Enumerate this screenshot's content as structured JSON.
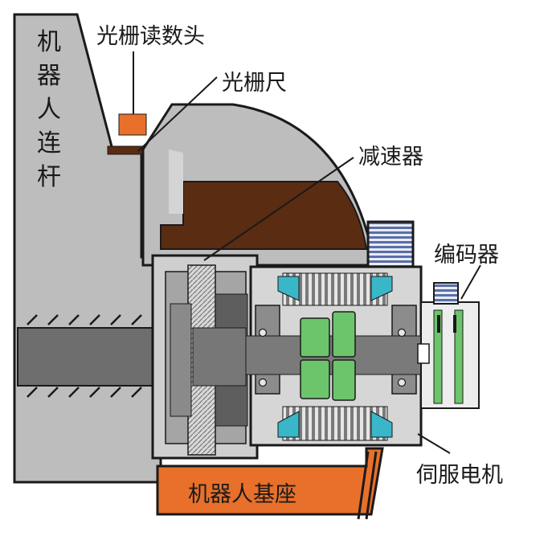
{
  "labels": {
    "grating_reader": "光栅读数头",
    "grating_scale": "光栅尺",
    "reducer": "减速器",
    "encoder": "编码器",
    "servo_motor": "伺服电机",
    "robot_base": "机器人基座",
    "robot_link_chars": [
      "机",
      "器",
      "人",
      "连",
      "杆"
    ]
  },
  "colors": {
    "housing_gray": "#bdbdbd",
    "brown": "#5a2c12",
    "orange": "#e8702a",
    "coil_green": "#6cc46b",
    "cyan": "#3ab6c9",
    "dark_gray": "#6e6e6e"
  }
}
